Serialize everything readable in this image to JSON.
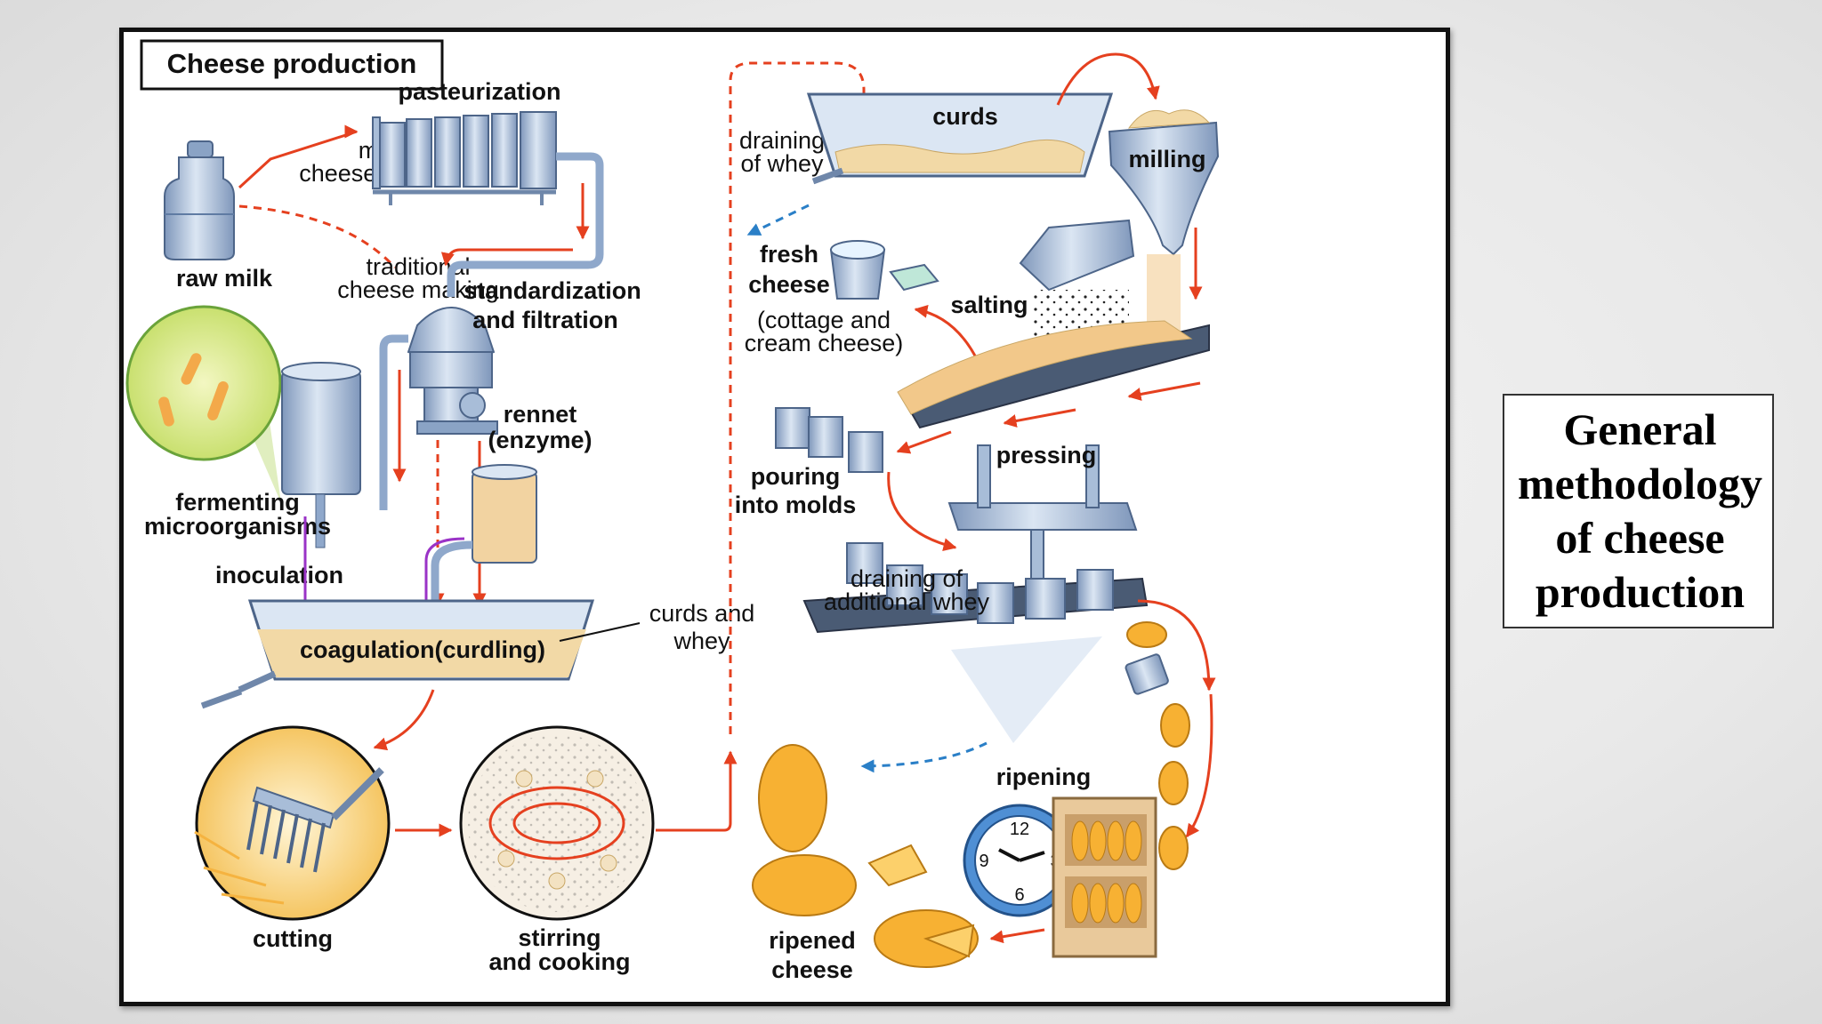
{
  "diagram": {
    "title": "Cheese production",
    "labels": {
      "pasteurization": "pasteurization",
      "most_1": "most",
      "most_2": "cheese making",
      "raw_milk": "raw milk",
      "traditional_1": "traditional",
      "traditional_2": "cheese making",
      "standardization_1": "standardization",
      "standardization_2": "and filtration",
      "rennet_1": "rennet",
      "rennet_2": "(enzyme)",
      "fermenting_1": "fermenting",
      "fermenting_2": "microorganisms",
      "inoculation": "inoculation",
      "coagulation": "coagulation(curdling)",
      "curds_whey_1": "curds and",
      "curds_whey_2": "whey",
      "cutting": "cutting",
      "stirring_1": "stirring",
      "stirring_2": "and cooking",
      "draining_1": "draining",
      "draining_2": "of whey",
      "curds": "curds",
      "milling": "milling",
      "fresh_1": "fresh",
      "fresh_2": "cheese",
      "cottage_1": "(cottage and",
      "cottage_2": "cream cheese)",
      "salting": "salting",
      "pouring_1": "pouring",
      "pouring_2": "into molds",
      "pressing": "pressing",
      "additional_1": "draining of",
      "additional_2": "additional whey",
      "ripening": "ripening",
      "ripened_1": "ripened",
      "ripened_2": "cheese",
      "clock_12": "12",
      "clock_3": "3",
      "clock_6": "6",
      "clock_9": "9"
    }
  },
  "side_box": {
    "title": "General methodology of cheese production"
  },
  "colors": {
    "arrow": "#e5401f",
    "metal": "#a8bdd8",
    "metal_dark": "#6f87aa",
    "cheese": "#f7b133",
    "curd": "#f2d9a6",
    "whey_arrow": "#2a7fc7",
    "inoculation_arrow": "#9a33c7"
  }
}
